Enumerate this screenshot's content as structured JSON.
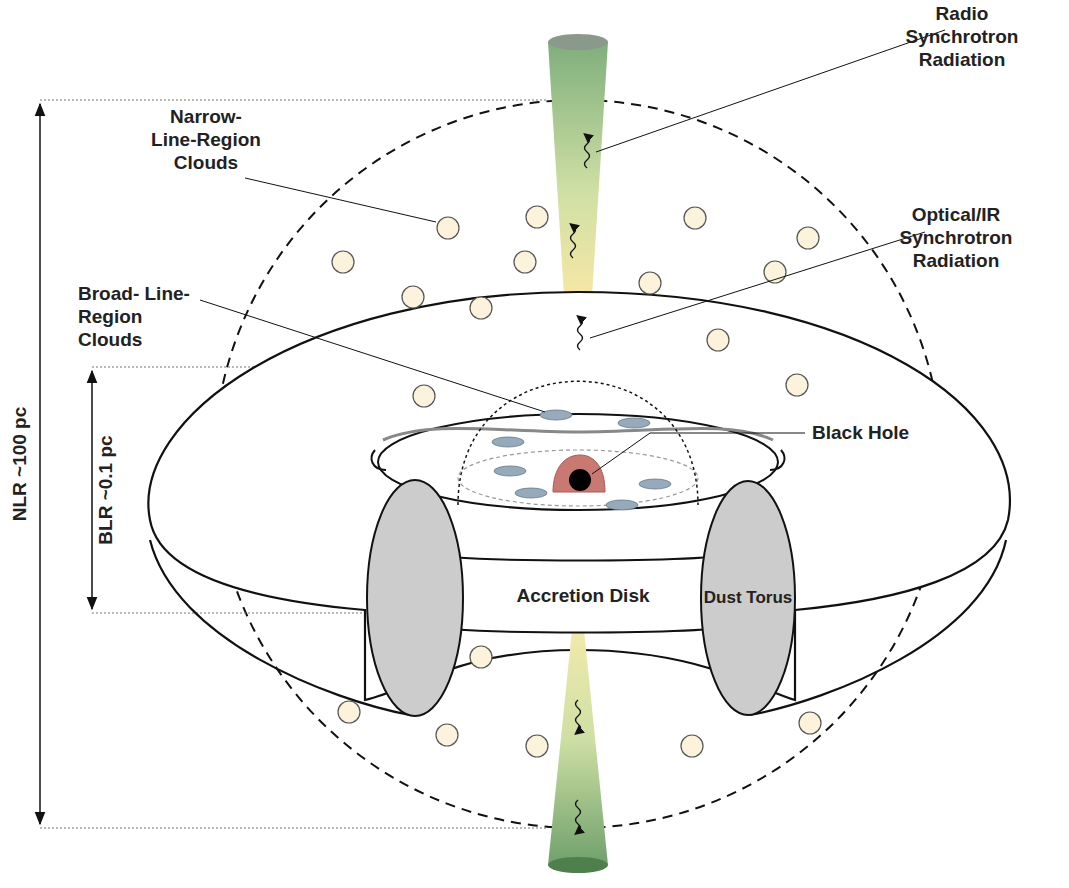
{
  "diagram": {
    "nodes": [
      {
        "text": [
          "Accretion Disk"
        ]
      },
      {
        "text": [
          "Dust Torus"
        ]
      }
    ],
    "labels": [
      "Radio Synchrotron Radiation",
      "Narrow-Line-Region Clouds",
      "Optical/IR Synchrotron Radiation",
      "Broad- Line- Region Clouds",
      "Black Hole",
      "NLR ~100 pc",
      "BLR ~0.1 pc"
    ]
  }
}
